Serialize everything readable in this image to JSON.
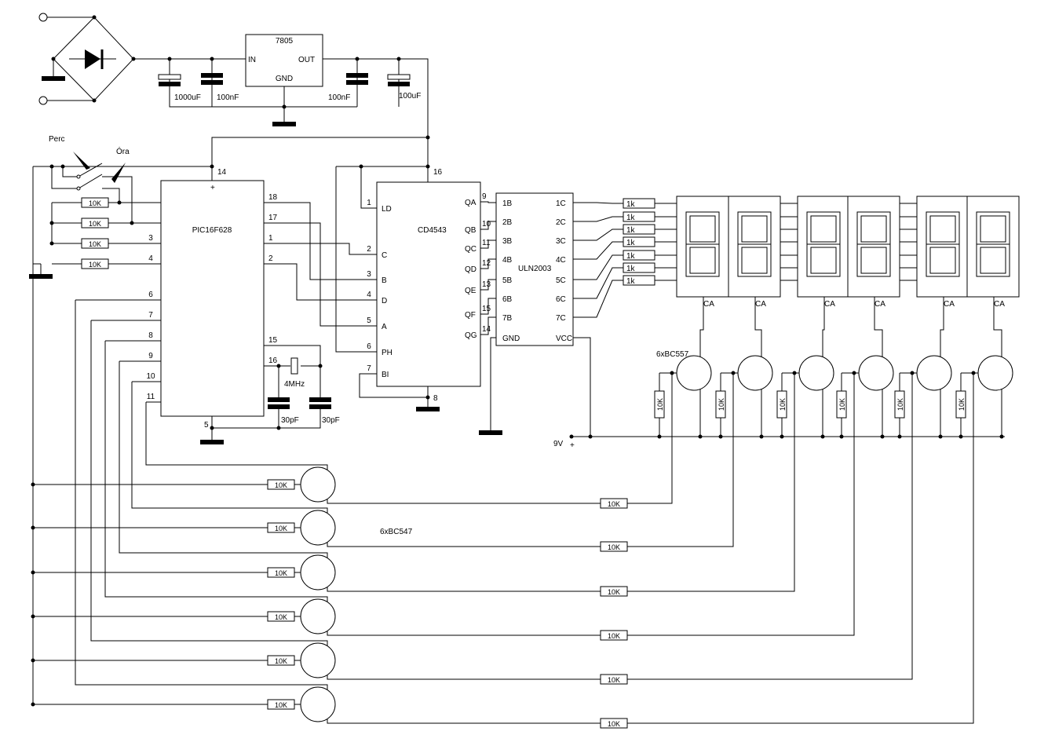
{
  "title": "PIC16F628 6-digit LED clock schematic",
  "power": {
    "regulator": {
      "name": "7805",
      "in": "IN",
      "out": "OUT",
      "gnd": "GND"
    },
    "caps": [
      "1000uF",
      "100nF",
      "100nF",
      "100uF"
    ]
  },
  "switches": {
    "perc": "Perc",
    "ora": "Óra"
  },
  "mcu": {
    "name": "PIC16F628",
    "vdd_pin": "14",
    "vdd_mark": "+",
    "vss_pin": "5",
    "left_pins": [
      "3",
      "4",
      "6",
      "7",
      "8",
      "9",
      "10",
      "11"
    ],
    "right_pins": [
      "18",
      "17",
      "1",
      "2",
      "15",
      "16"
    ],
    "pullups": [
      "10K",
      "10K",
      "10K",
      "10K"
    ]
  },
  "crystal": {
    "freq": "4MHz",
    "caps": [
      "30pF",
      "30pF"
    ]
  },
  "decoder": {
    "name": "CD4543",
    "vdd_pin": "16",
    "gnd_pin": "8",
    "inputs": [
      {
        "pin": "1",
        "label": "LD"
      },
      {
        "pin": "2",
        "label": "C"
      },
      {
        "pin": "3",
        "label": "B"
      },
      {
        "pin": "4",
        "label": "D"
      },
      {
        "pin": "5",
        "label": "A"
      },
      {
        "pin": "6",
        "label": "PH"
      },
      {
        "pin": "7",
        "label": "BI"
      }
    ],
    "outputs": [
      {
        "pin": "9",
        "label": "QA"
      },
      {
        "pin": "10",
        "label": "QB"
      },
      {
        "pin": "11",
        "label": "QC"
      },
      {
        "pin": "12",
        "label": "QD"
      },
      {
        "pin": "13",
        "label": "QE"
      },
      {
        "pin": "15",
        "label": "QF"
      },
      {
        "pin": "14",
        "label": "QG"
      }
    ]
  },
  "driver": {
    "name": "ULN2003",
    "inputs": [
      "1B",
      "2B",
      "3B",
      "4B",
      "5B",
      "6B",
      "7B",
      "GND"
    ],
    "outputs": [
      "1C",
      "2C",
      "3C",
      "4C",
      "5C",
      "6C",
      "7C",
      "VCC"
    ],
    "segment_resistors": [
      "1k",
      "1k",
      "1k",
      "1k",
      "1k",
      "1k",
      "1k"
    ]
  },
  "display": {
    "digits": 6,
    "common_label": "CA"
  },
  "pnp": {
    "label": "6xBC557",
    "base_resistor": "10K"
  },
  "npn": {
    "label": "6xBC547",
    "base_resistor": "10K",
    "collector_resistor": "10K"
  },
  "supply": {
    "label": "9V",
    "mark": "+"
  }
}
